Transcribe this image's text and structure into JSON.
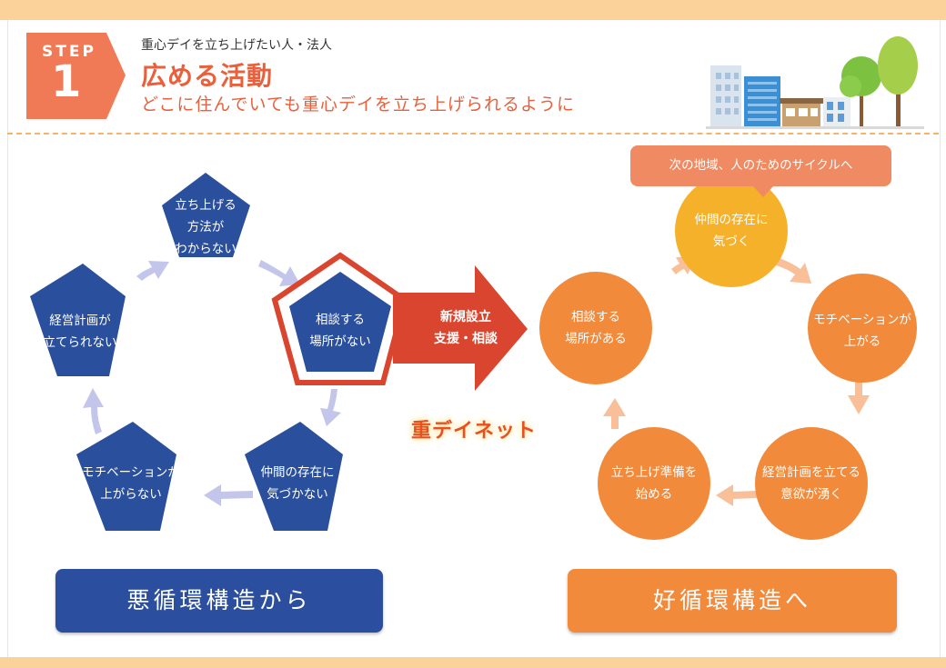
{
  "header": {
    "step_label": "STEP",
    "step_number": "1",
    "subtitle": "重心デイを立ち上げたい人・法人",
    "title": "広める活動",
    "tagline": "どこに住んでいても重心デイを立ち上げられるように"
  },
  "vicious_cycle": {
    "nodes": [
      {
        "lines": [
          "立ち上げる",
          "方法が",
          "わからない"
        ]
      },
      {
        "lines": [
          "相談する",
          "場所がない"
        ]
      },
      {
        "lines": [
          "仲間の存在に",
          "気づかない"
        ]
      },
      {
        "lines": [
          "モチベーションが",
          "上がらない"
        ]
      },
      {
        "lines": [
          "経営計画が",
          "立てられない"
        ]
      }
    ],
    "button_label": "悪循環構造から"
  },
  "center": {
    "arrow_lines": [
      "新規設立",
      "支援・相談"
    ],
    "network_name": "重デイネット"
  },
  "virtuous_cycle": {
    "callout": "次の地域、人のためのサイクルへ",
    "nodes": [
      {
        "lines": [
          "仲間の存在に",
          "気づく"
        ]
      },
      {
        "lines": [
          "モチベーションが",
          "上がる"
        ]
      },
      {
        "lines": [
          "経営計画を立てる",
          "意欲が湧く"
        ]
      },
      {
        "lines": [
          "立ち上げ準備を",
          "始める"
        ]
      },
      {
        "lines": [
          "相談する",
          "場所がある"
        ]
      }
    ],
    "button_label": "好循環構造へ"
  },
  "colors": {
    "accent_orange": "#f28a3c",
    "title_red": "#e8603c",
    "navy": "#2b4e9e",
    "pentagon_blue": "#2a4f9d",
    "lavender_arrow": "#c3c6ea",
    "peach_arrow": "#f8bf98",
    "yellow_circle": "#f6b12b",
    "red_arrow": "#d9452e"
  }
}
